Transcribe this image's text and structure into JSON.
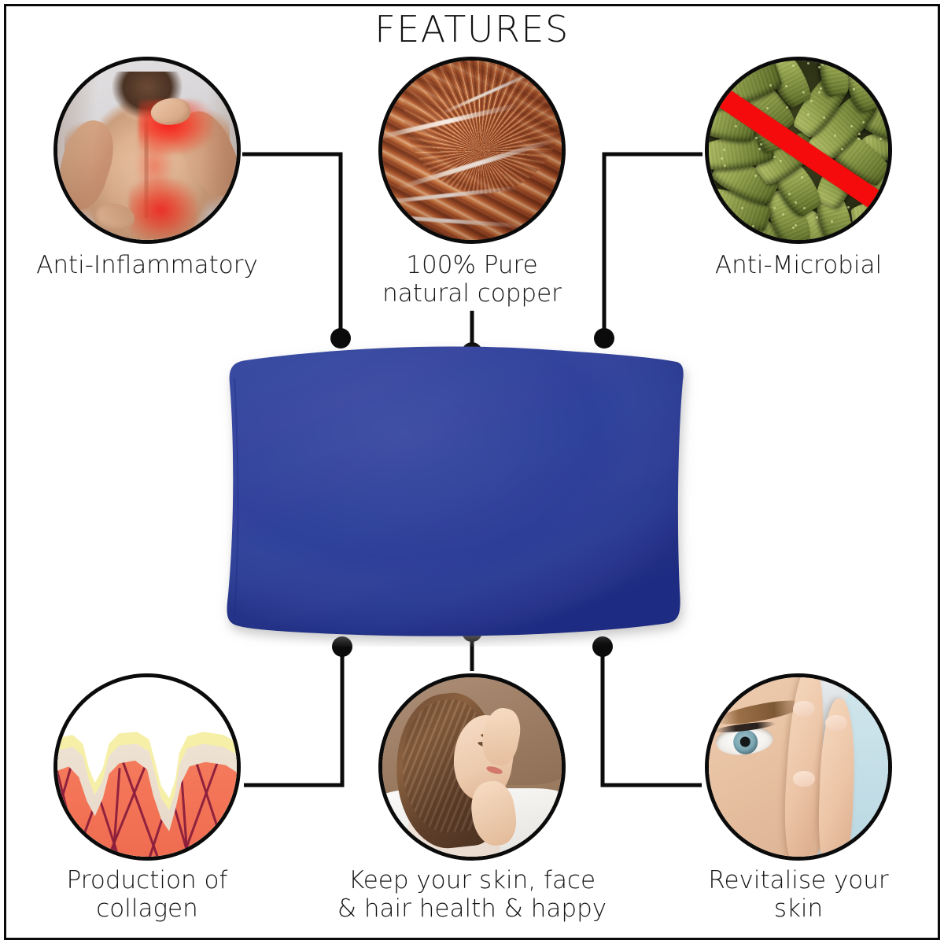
{
  "page": {
    "title": "FEATURES",
    "background": "#ffffff",
    "border_color": "#0a0a0a"
  },
  "product": {
    "name": "pillow",
    "color": "#2c3d9c",
    "shadow_color": "#c9c9c9"
  },
  "features": [
    {
      "id": "anti-inflammatory",
      "label": "Anti-Inflammatory",
      "position": "top-left",
      "image": "back-pain-photo",
      "image_description": "Man's bare back with red inflamed neck and lower back",
      "accent": "#ff1212"
    },
    {
      "id": "pure-copper",
      "label": "100% Pure\nnatural copper",
      "position": "top-center",
      "image": "copper-wire-photo",
      "image_description": "Strands of bright copper wire",
      "accent": "#c1622f"
    },
    {
      "id": "anti-microbial",
      "label": "Anti-Microbial",
      "position": "top-right",
      "image": "bacteria-photo",
      "image_description": "Green rod-shaped bacteria with red diagonal strike-through",
      "accent": "#f50b0b"
    },
    {
      "id": "production-of-collagen",
      "label": "Production of\ncollagen",
      "position": "bottom-left",
      "image": "skin-cross-section-diagram",
      "image_description": "Cross-section of skin showing collagen fibres in the dermis",
      "accent": "#f4775a"
    },
    {
      "id": "skin-face-hair",
      "label": "Keep your skin, face\n& hair health & happy",
      "position": "bottom-center",
      "image": "sleeping-woman-photo",
      "image_description": "Woman sleeping on a tan pillow with white bedding",
      "accent": "#9b7c62"
    },
    {
      "id": "revitalise-skin",
      "label": "Revitalise your\nskin",
      "position": "bottom-right",
      "image": "eye-closeup-photo",
      "image_description": "Close-up of a woman's eye and hand against a pale blue background",
      "accent": "#bcd9e2"
    }
  ],
  "connectors": {
    "dot_color": "#0b0b0b",
    "line_color": "#0b0b0b",
    "line_width": 5,
    "dot_radius": 13
  }
}
